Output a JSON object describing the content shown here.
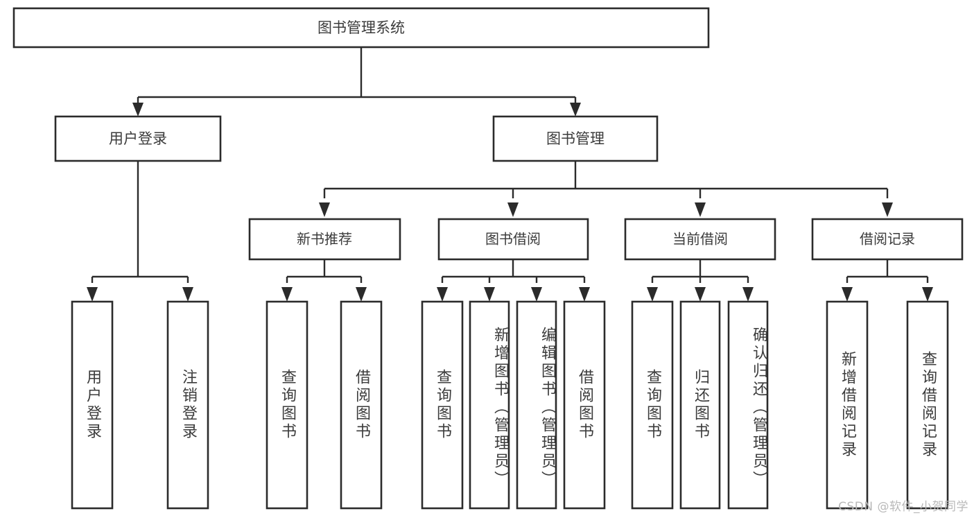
{
  "diagram": {
    "title": "图书管理系统",
    "watermark": "CSDN @软件_小贺同学",
    "colors": {
      "stroke": "#2b2b2b",
      "text": "#3b3b3b",
      "background": "#ffffff",
      "watermark": "#b9b9b9"
    },
    "root": {
      "label": "图书管理系统"
    },
    "level2": [
      {
        "label": "用户登录"
      },
      {
        "label": "图书管理"
      }
    ],
    "level3": [
      {
        "label": "新书推荐"
      },
      {
        "label": "图书借阅"
      },
      {
        "label": "当前借阅"
      },
      {
        "label": "借阅记录"
      }
    ],
    "leaves": [
      {
        "label": "用户登录",
        "parent": "用户登录"
      },
      {
        "label": "注销登录",
        "parent": "用户登录"
      },
      {
        "label": "查询图书",
        "parent": "新书推荐"
      },
      {
        "label": "借阅图书",
        "parent": "新书推荐"
      },
      {
        "label": "查询图书",
        "parent": "图书借阅"
      },
      {
        "label": "新增图书（管理员）",
        "parent": "图书借阅"
      },
      {
        "label": "编辑图书（管理员）",
        "parent": "图书借阅"
      },
      {
        "label": "借阅图书",
        "parent": "图书借阅"
      },
      {
        "label": "查询图书",
        "parent": "当前借阅"
      },
      {
        "label": "归还图书",
        "parent": "当前借阅"
      },
      {
        "label": "确认归还（管理员）",
        "parent": "当前借阅"
      },
      {
        "label": "新增借阅记录",
        "parent": "借阅记录"
      },
      {
        "label": "查询借阅记录",
        "parent": "借阅记录"
      }
    ]
  }
}
